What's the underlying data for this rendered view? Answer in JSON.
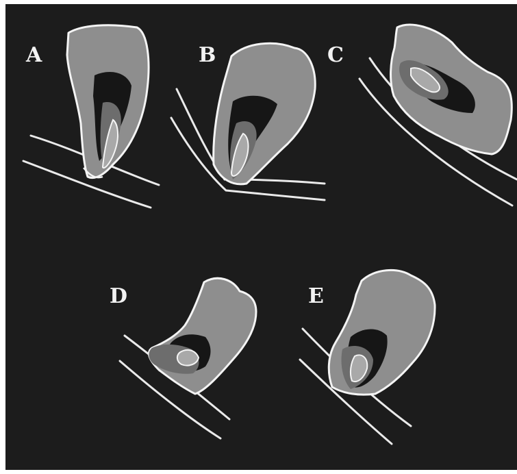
{
  "figure": {
    "panels": [
      {
        "id": "A",
        "label": "A"
      },
      {
        "id": "B",
        "label": "B"
      },
      {
        "id": "C",
        "label": "C"
      },
      {
        "id": "D",
        "label": "D"
      },
      {
        "id": "E",
        "label": "E"
      }
    ],
    "colors": {
      "frame": "#ffffff",
      "background": "#1c1c1c",
      "tooth": "#8e8e8e",
      "outline": "#f4f4f4",
      "pulp": "#161616"
    }
  }
}
